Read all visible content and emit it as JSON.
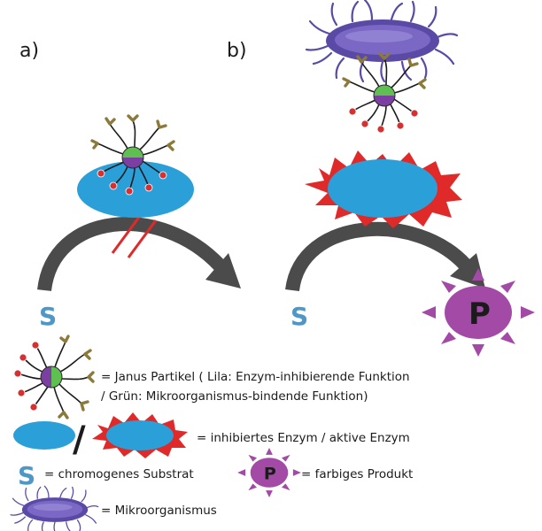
{
  "panels": {
    "a": "a)",
    "b": "b)"
  },
  "symbols": {
    "substrate": "S",
    "product": "P"
  },
  "legend": {
    "janus_line1": "= Janus Partikel ( Lila: Enzym-inhibierende Funktion",
    "janus_line2": "/ Grün: Mikroorganismus-bindende Funktion)",
    "enzyme_separator": "/",
    "enzyme": "= inhibiertes Enzym / aktive Enzym",
    "substrate": "= chromogenes Substrat",
    "product": "= farbiges Produkt",
    "microorganism": "= Mikroorganismus"
  },
  "colors": {
    "enzyme": "#2ba0d8",
    "arrow": "#4b4b4b",
    "active_spikes": "#e02a2a",
    "inhibit_lines": "#e02a2a",
    "product": "#a24aa5",
    "substrate_letter": "#4e97c6",
    "microorganism": "#5a4aa6",
    "janus_green": "#5fbf50",
    "janus_purple": "#7b3fa2",
    "ligand": "#8b7a3a",
    "charge": "#d83030"
  }
}
